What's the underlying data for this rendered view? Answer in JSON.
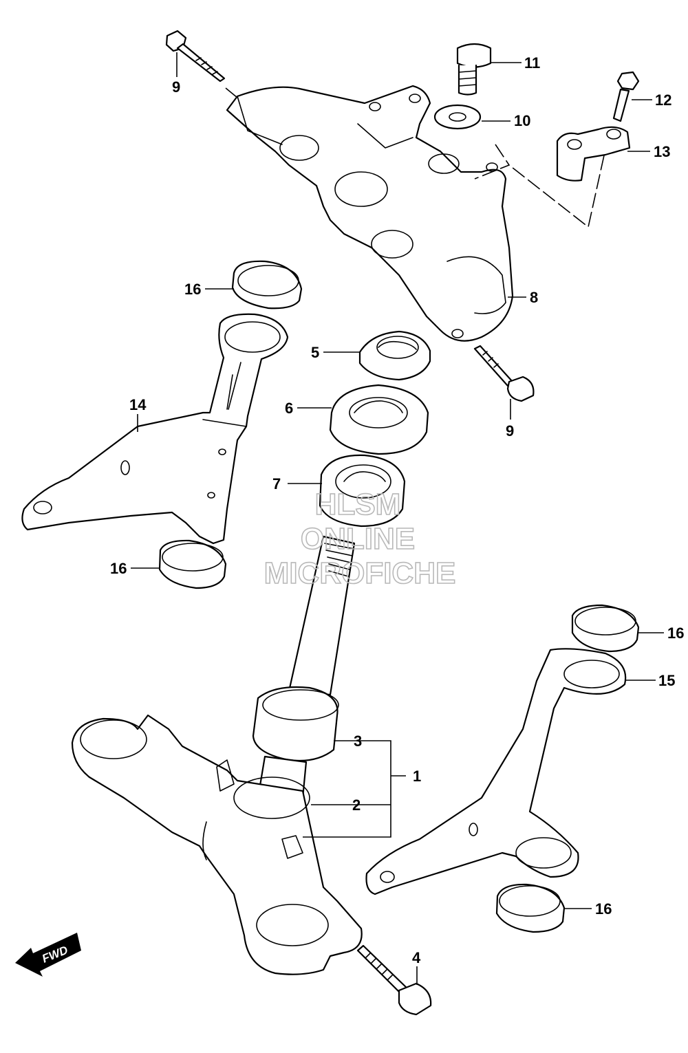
{
  "watermark": {
    "line1": "HLSM",
    "line2": "ONLINE",
    "line3": "MICROFICHE"
  },
  "direction_badge": "FWD",
  "callouts": {
    "c1": "1",
    "c2": "2",
    "c3": "3",
    "c4": "4",
    "c5": "5",
    "c6": "6",
    "c7": "7",
    "c8": "8",
    "c9a": "9",
    "c9b": "9",
    "c10": "10",
    "c11": "11",
    "c12": "12",
    "c13": "13",
    "c14": "14",
    "c15": "15",
    "c16a": "16",
    "c16b": "16",
    "c16c": "16",
    "c16d": "16"
  },
  "colors": {
    "line": "#000000",
    "watermark": "#b8b8b8",
    "background": "#ffffff"
  }
}
